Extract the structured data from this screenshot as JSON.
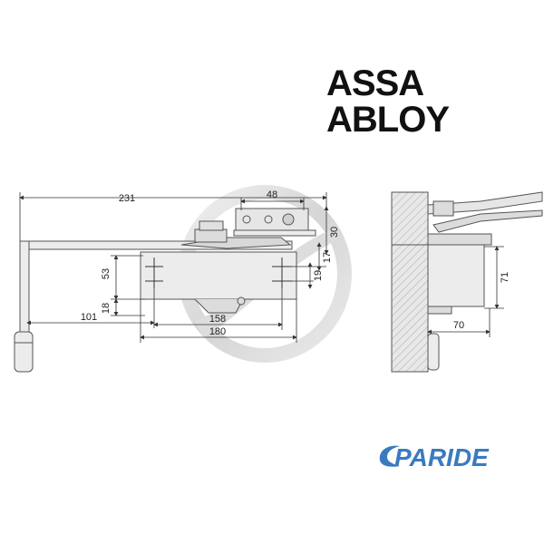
{
  "brand": {
    "name": "ASSA ABLOY"
  },
  "watermark": {
    "name": "PARIDE",
    "color": "#3a7bbf"
  },
  "front_view": {
    "dimensions": {
      "overall_length": "231",
      "bracket_width": "48",
      "bracket_height": "30",
      "body_height": "53",
      "lower_offset": "18",
      "hole_offset_a": "19",
      "hole_offset_b": "17",
      "arm_offset": "101",
      "hole_spacing": "158",
      "body_length": "180"
    }
  },
  "side_view": {
    "dimensions": {
      "body_height": "71",
      "body_depth": "70"
    }
  }
}
